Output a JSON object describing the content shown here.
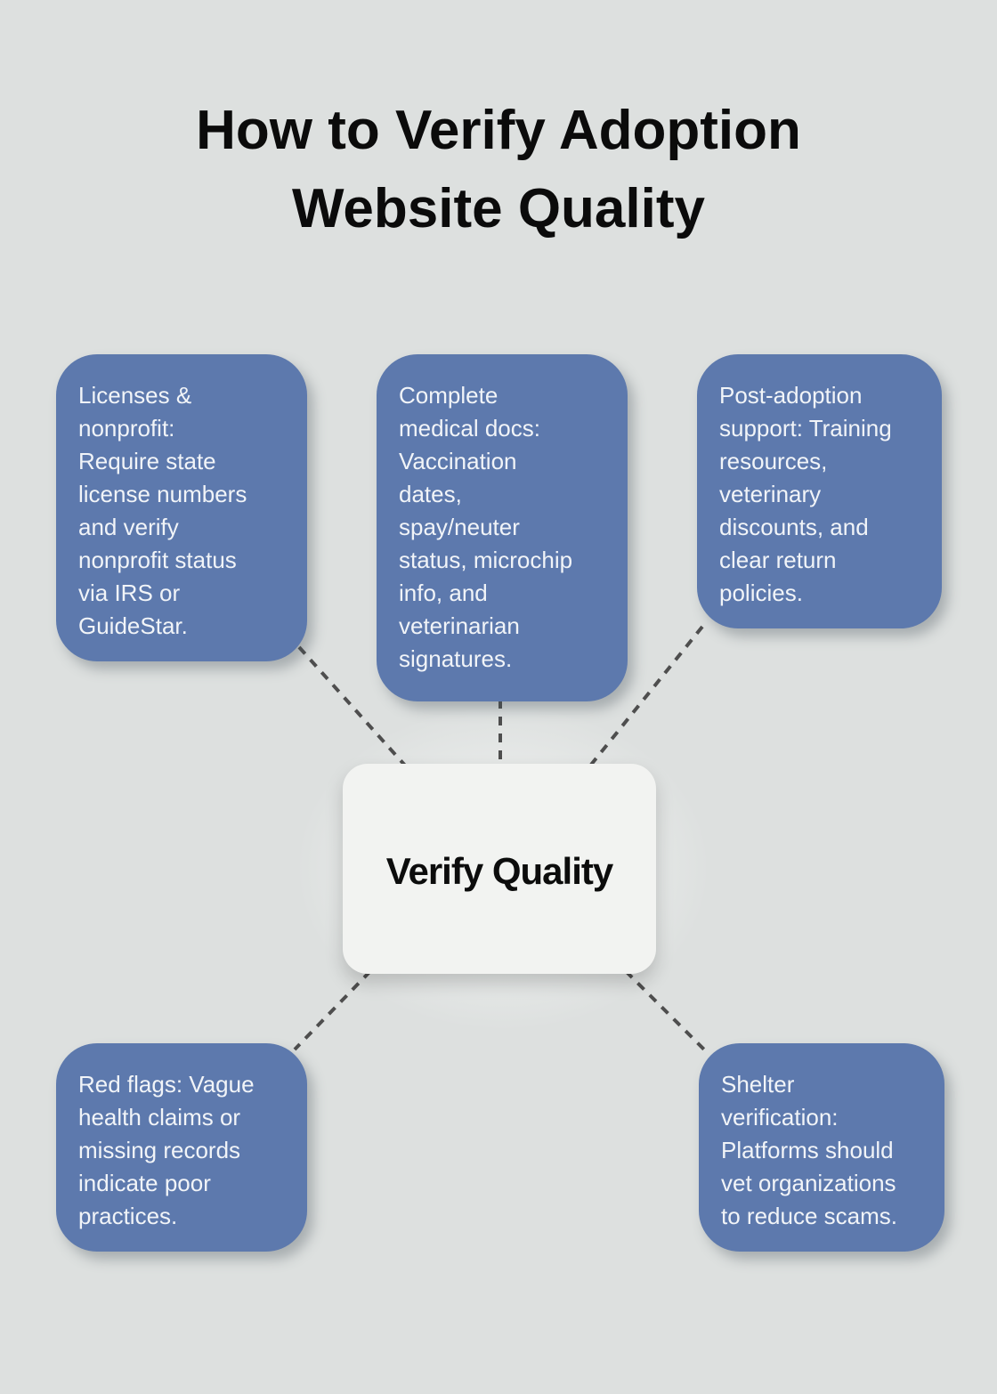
{
  "title": "How to Verify Adoption\nWebsite Quality",
  "center": {
    "label": "Verify Quality"
  },
  "nodes": [
    {
      "id": "licenses-nonprofit",
      "text": "Licenses &\nnonprofit:\nRequire state\nlicense numbers\nand verify\nnonprofit status\nvia IRS or\nGuideStar."
    },
    {
      "id": "complete-medical-docs",
      "text": "Complete\nmedical docs:\nVaccination\ndates,\nspay/neuter\nstatus, microchip\ninfo, and\nveterinarian\nsignatures."
    },
    {
      "id": "post-adoption-support",
      "text": "Post-adoption\nsupport: Training\nresources,\nveterinary\ndiscounts, and\nclear return\npolicies."
    },
    {
      "id": "red-flags",
      "text": "Red flags: Vague\nhealth claims or\nmissing records\nindicate poor\npractices."
    },
    {
      "id": "shelter-verification",
      "text": "Shelter\nverification:\nPlatforms should\nvet organizations\nto reduce scams."
    }
  ],
  "colors": {
    "background": "#dde0df",
    "node_blue": "#5d79ad",
    "node_text": "#f1f4f8",
    "center_bg": "#f2f3f1",
    "title_text": "#0b0b0b",
    "connector": "#4e4e4e"
  }
}
